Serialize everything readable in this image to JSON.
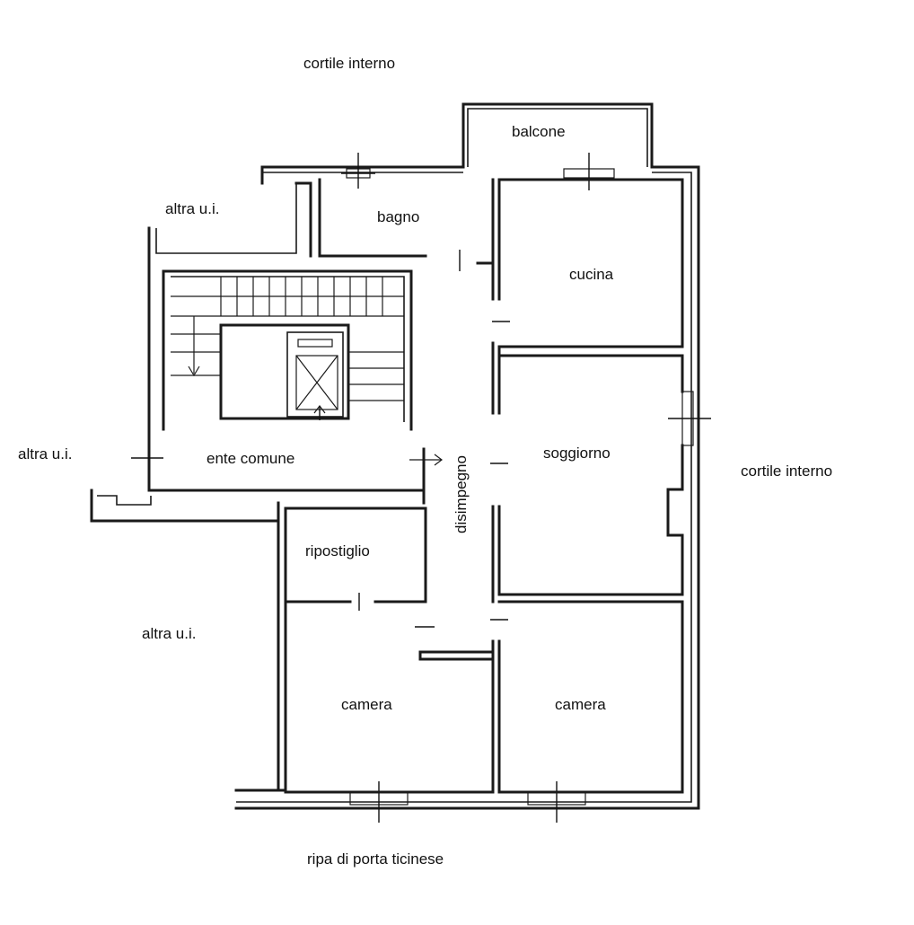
{
  "labels": {
    "cortile_top": "cortile interno",
    "cortile_right": "cortile interno",
    "balcone": "balcone",
    "bagno": "bagno",
    "cucina": "cucina",
    "altra_ui_top": "altra u.i.",
    "altra_ui_left": "altra u.i.",
    "altra_ui_bottom": "altra u.i.",
    "ente_comune": "ente comune",
    "soggiorno": "soggiorno",
    "disimpegno": "disimpegno",
    "ripostiglio": "ripostiglio",
    "camera_left": "camera",
    "camera_right": "camera",
    "street": "ripa di porta ticinese"
  },
  "colors": {
    "wall": "#1a1a1a",
    "background": "#ffffff"
  }
}
